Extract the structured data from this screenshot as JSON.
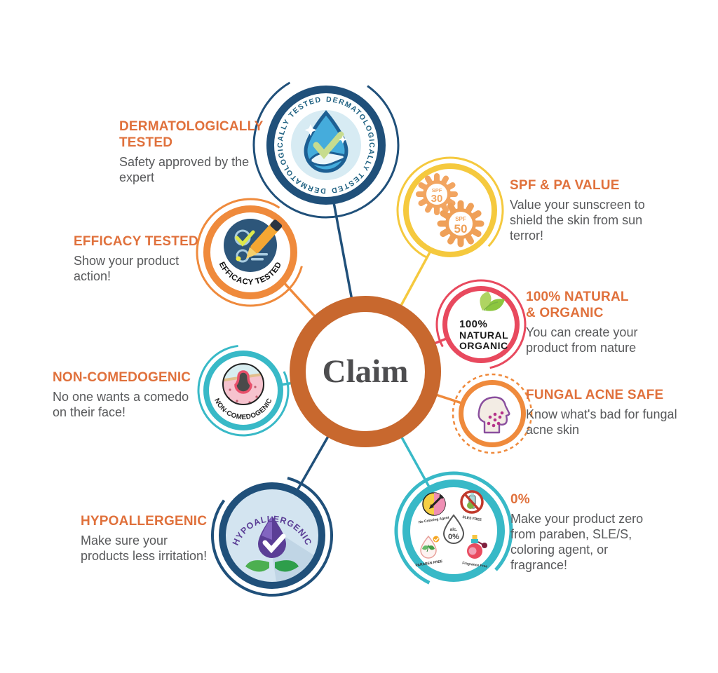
{
  "center": {
    "label": "Claim"
  },
  "colors": {
    "heading_orange": "#E0713C",
    "body_gray": "#58595B",
    "navy": "#20507A",
    "teal": "#38B9C7",
    "yellow": "#F5C93E",
    "red": "#E8495E",
    "orange": "#EF8A3C",
    "purple": "#5B3E96",
    "center_ring": "#C8682E"
  },
  "items": [
    {
      "id": "dermatologically-tested",
      "title": "DERMATOLOGICALLY TESTED",
      "description": "Safety approved by the expert",
      "badge_ring_text": "DERMATOLOGICALLY TESTED"
    },
    {
      "id": "spf-pa-value",
      "title": "SPF & PA VALUE",
      "description": "Value your sunscreen to shield the skin from sun terror!",
      "suns": [
        {
          "label": "SPF",
          "value": "30"
        },
        {
          "label": "SPF",
          "value": "50"
        }
      ]
    },
    {
      "id": "efficacy-tested",
      "title": "EFFICACY TESTED",
      "description": "Show your product action!",
      "badge_arc_text": "EFFICACY TESTED"
    },
    {
      "id": "natural-organic",
      "title": "100% NATURAL & ORGANIC",
      "description": "You can create your product from nature",
      "badge_lines": [
        "100%",
        "NATURAL",
        "ORGANIC"
      ]
    },
    {
      "id": "non-comedogenic",
      "title": "NON-COMEDOGENIC",
      "description": "No one wants a comedo on their face!",
      "badge_arc_text": "NON-COMEDOGENIC"
    },
    {
      "id": "fungal-acne-safe",
      "title": "FUNGAL ACNE SAFE",
      "description": "Know what's bad for fungal acne skin"
    },
    {
      "id": "hypoallergenic",
      "title": "HYPOALLERGENIC",
      "description": "Make sure your products less irritation!",
      "badge_arc_text": "HYPOALLERGENIC"
    },
    {
      "id": "zero-percent",
      "title": "0%",
      "description": "Make your product zero from paraben, SLE/S, coloring agent, or fragrance!",
      "badge_icons": [
        {
          "label": "No Coloring Agent"
        },
        {
          "label": "SLES FREE"
        },
        {
          "label": "alc.",
          "value": "0%"
        },
        {
          "label": "PARABEN FREE"
        },
        {
          "label": "Fragrance Free"
        }
      ]
    }
  ]
}
